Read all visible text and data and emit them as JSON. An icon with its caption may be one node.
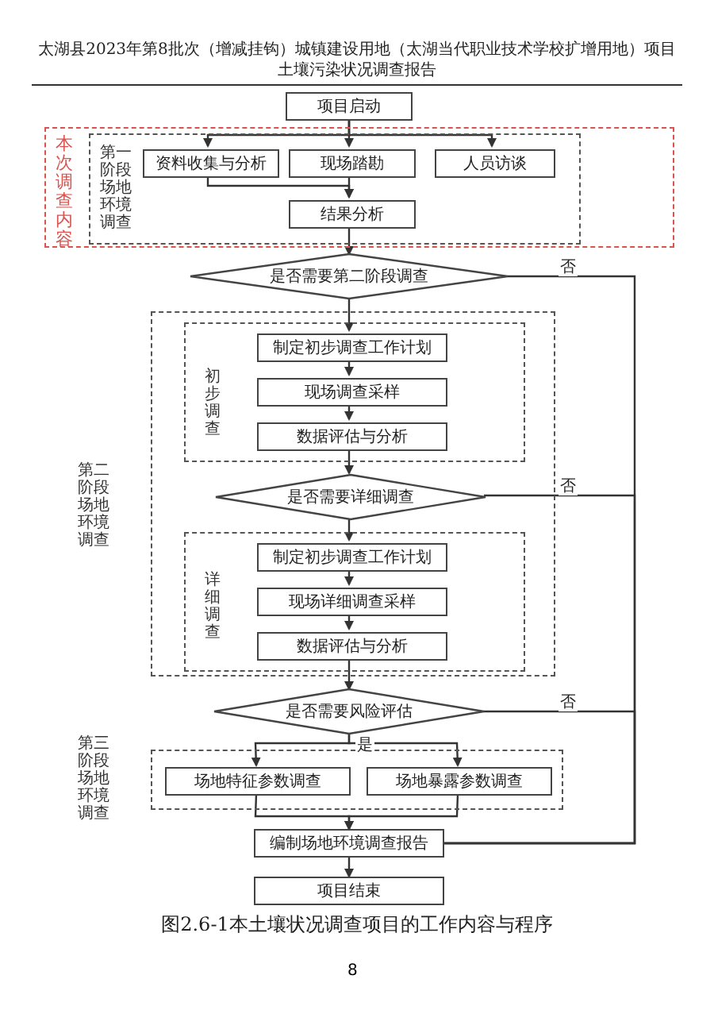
{
  "diagram": {
    "caption": "图2.6-1本土壤状况调查项目的工作内容与程序",
    "nodes": [
      {
        "text": [
          "项目启动"
        ]
      },
      {
        "text": [
          "本次调查内容"
        ]
      },
      {
        "text": [
          "第一阶段场地环境调查"
        ],
        "in": 1
      },
      {
        "text": [
          "资料收集与分析"
        ],
        "in": 2
      },
      {
        "text": [
          "现场踏勘"
        ],
        "in": 2
      },
      {
        "text": [
          "人员访谈"
        ],
        "in": 2
      },
      {
        "text": [
          "结果分析"
        ],
        "in": 2
      },
      {
        "text": [
          "是否需要第二阶段调查"
        ]
      },
      {
        "text": [
          "第二阶段场地环境调查"
        ]
      },
      {
        "text": [
          "初步调查"
        ],
        "in": 8
      },
      {
        "text": [
          "制定初步调查工作计划"
        ],
        "in": 9
      },
      {
        "text": [
          "现场调查采样"
        ],
        "in": 9
      },
      {
        "text": [
          "数据评估与分析"
        ],
        "in": 9
      },
      {
        "text": [
          "是否需要详细调查"
        ],
        "in": 8
      },
      {
        "text": [
          "详细调查"
        ],
        "in": 8
      },
      {
        "text": [
          "制定初步调查工作计划"
        ],
        "in": 14
      },
      {
        "text": [
          "现场详细调查采样"
        ],
        "in": 14
      },
      {
        "text": [
          "数据评估与分析"
        ],
        "in": 14
      },
      {
        "text": [
          "是否需要风险评估"
        ]
      },
      {
        "text": [
          "第三阶段场地环境调查"
        ]
      },
      {
        "text": [
          "场地特征参数调查"
        ],
        "in": 19
      },
      {
        "text": [
          "场地暴露参数调查"
        ],
        "in": 19
      },
      {
        "text": [
          "编制场地环境调查报告"
        ]
      },
      {
        "text": [
          "项目结束"
        ]
      }
    ],
    "edges": [
      {
        "from": 0,
        "to": 3,
        "arrow": "to"
      },
      {
        "from": 0,
        "to": 4,
        "arrow": "to"
      },
      {
        "from": 0,
        "to": 5,
        "arrow": "to"
      },
      {
        "from": 3,
        "to": 6,
        "arrow": "to"
      },
      {
        "from": 4,
        "to": 6,
        "arrow": "to"
      },
      {
        "from": 6,
        "to": 7,
        "arrow": "to"
      },
      {
        "from": 7,
        "to": 10,
        "arrow": "to"
      },
      {
        "from": 10,
        "to": 11,
        "arrow": "to"
      },
      {
        "from": 11,
        "to": 12,
        "arrow": "to"
      },
      {
        "from": 12,
        "to": 13,
        "arrow": "to"
      },
      {
        "from": 13,
        "to": 15,
        "arrow": "to"
      },
      {
        "from": 15,
        "to": 16,
        "arrow": "to"
      },
      {
        "from": 16,
        "to": 17,
        "arrow": "to"
      },
      {
        "from": 17,
        "to": 18,
        "arrow": "to"
      },
      {
        "from": 18,
        "to": 20,
        "arrow": "to",
        "label": "是"
      },
      {
        "from": 18,
        "to": 21,
        "arrow": "to"
      },
      {
        "from": 20,
        "to": 22,
        "arrow": "to"
      },
      {
        "from": 21,
        "to": 22,
        "arrow": "to"
      },
      {
        "from": 22,
        "to": 23,
        "arrow": "to"
      },
      {
        "from": 7,
        "to": 22,
        "arrow": "none",
        "label": "否"
      },
      {
        "from": 13,
        "to": 22,
        "arrow": "none",
        "label": "否"
      },
      {
        "from": 18,
        "to": 22,
        "arrow": "none",
        "label": "否"
      }
    ],
    "labels": [
      "太湖县2023年第8批次（增减挂钩）城镇建设用地（太湖当代职业技术学校扩增用地）项目土壤污染状况调查报告",
      "8"
    ]
  }
}
